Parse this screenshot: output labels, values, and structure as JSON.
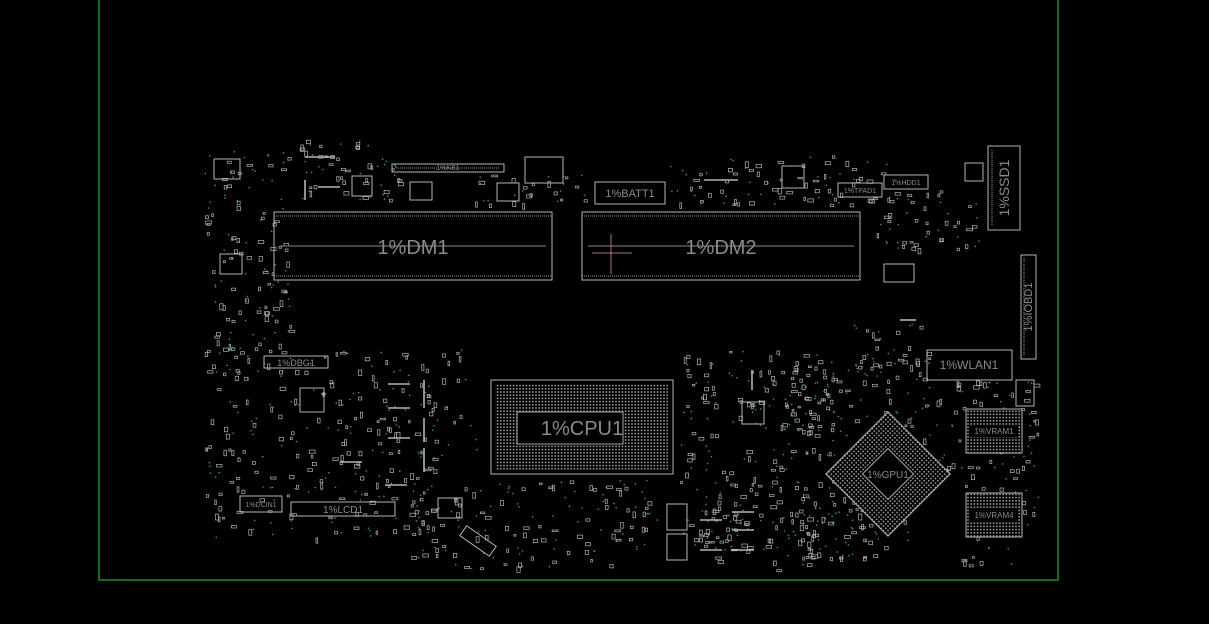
{
  "colors": {
    "background": "#000000",
    "board_outline": "#1f8a1f",
    "component_outline": "#b4b4b4",
    "label": "#8a8a8a",
    "via": "#2a9a8a",
    "cursor": "#b07080"
  },
  "labels": {
    "dm1": "1%DM1",
    "dm2": "1%DM2",
    "cpu1": "1%CPU1",
    "gpu1": "1%GPU1",
    "batt1": "1%BATT1",
    "ssd1": "1%SSD1",
    "iobd1": "1%IOBD1",
    "wlan1": "1%WLAN1",
    "vram1": "1%VRAM1",
    "vram4": "1%VRAM4",
    "lcd1": "1%LCD1",
    "dbg1": "1%DBG1",
    "dcin1": "1%DCIN1",
    "tpad1": "1%TPAD1",
    "hdd1": "1%HDD1",
    "kb1": "1%KB1"
  }
}
